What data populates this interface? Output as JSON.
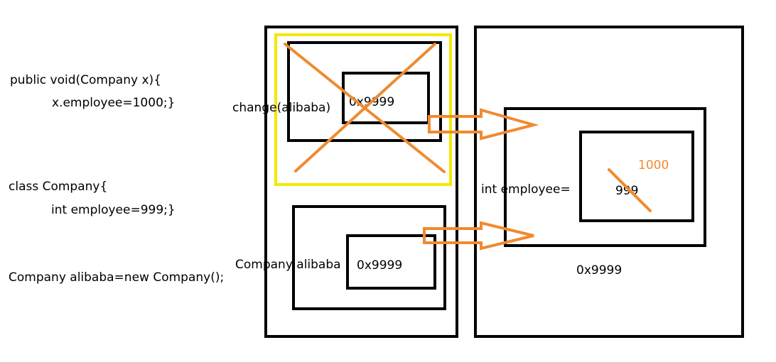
{
  "code": {
    "method_line1": "public void(Company x){",
    "method_line2": "x.employee=1000;}",
    "class_line1": "class Company{",
    "class_line2": "int employee=999;}",
    "instantiation": "Company alibaba=new Company();"
  },
  "stack": {
    "frame_label": "change(alibaba)",
    "frame_pointer": "0x9999",
    "variable_label": "Company alibaba",
    "variable_pointer": "0x9999"
  },
  "heap": {
    "field_label": "int employee=",
    "old_value": "999",
    "new_value": "1000",
    "address": "0x9999"
  },
  "colors": {
    "outline": "#000000",
    "highlight": "#f5e800",
    "annotation": "#f08a30"
  }
}
